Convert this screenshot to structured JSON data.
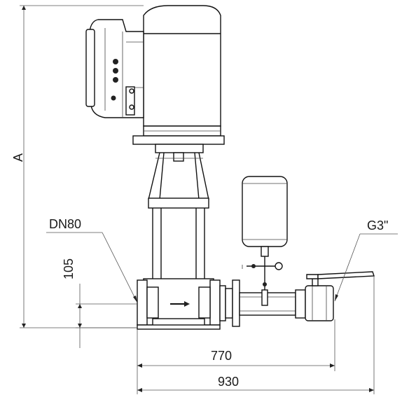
{
  "dimensions": {
    "height_label": "A",
    "flange_label": "DN80",
    "thread_label": "G3\"",
    "inlet_height": "105",
    "width_short": "770",
    "width_total": "930"
  },
  "colors": {
    "line": "#111111",
    "dimension": "#555555",
    "background": "#ffffff"
  }
}
